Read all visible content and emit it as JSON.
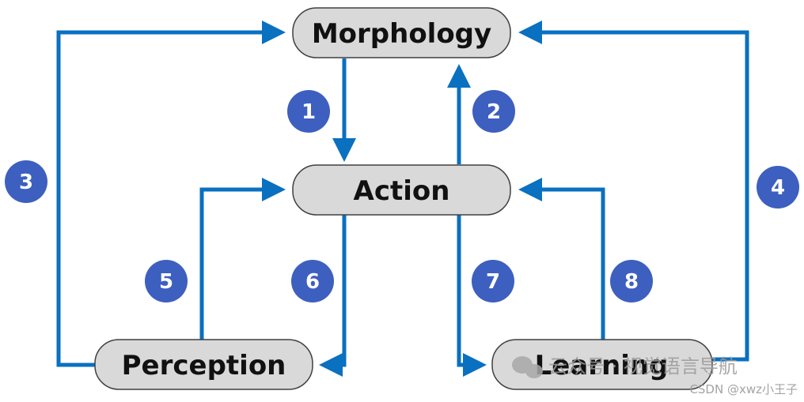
{
  "nodes": {
    "morphology": "Morphology",
    "action": "Action",
    "perception": "Perception",
    "learning": "Learning"
  },
  "badges": [
    "1",
    "2",
    "3",
    "4",
    "5",
    "6",
    "7",
    "8"
  ],
  "watermark": {
    "wechat": "云众号 · 视觉语言导航",
    "csdn": "CSDN @xwz小王子"
  },
  "colors": {
    "arrow": "#0a70c0",
    "badge": "#3d5fbf",
    "node_fill": "#d9d9d9",
    "node_stroke": "#404040"
  }
}
